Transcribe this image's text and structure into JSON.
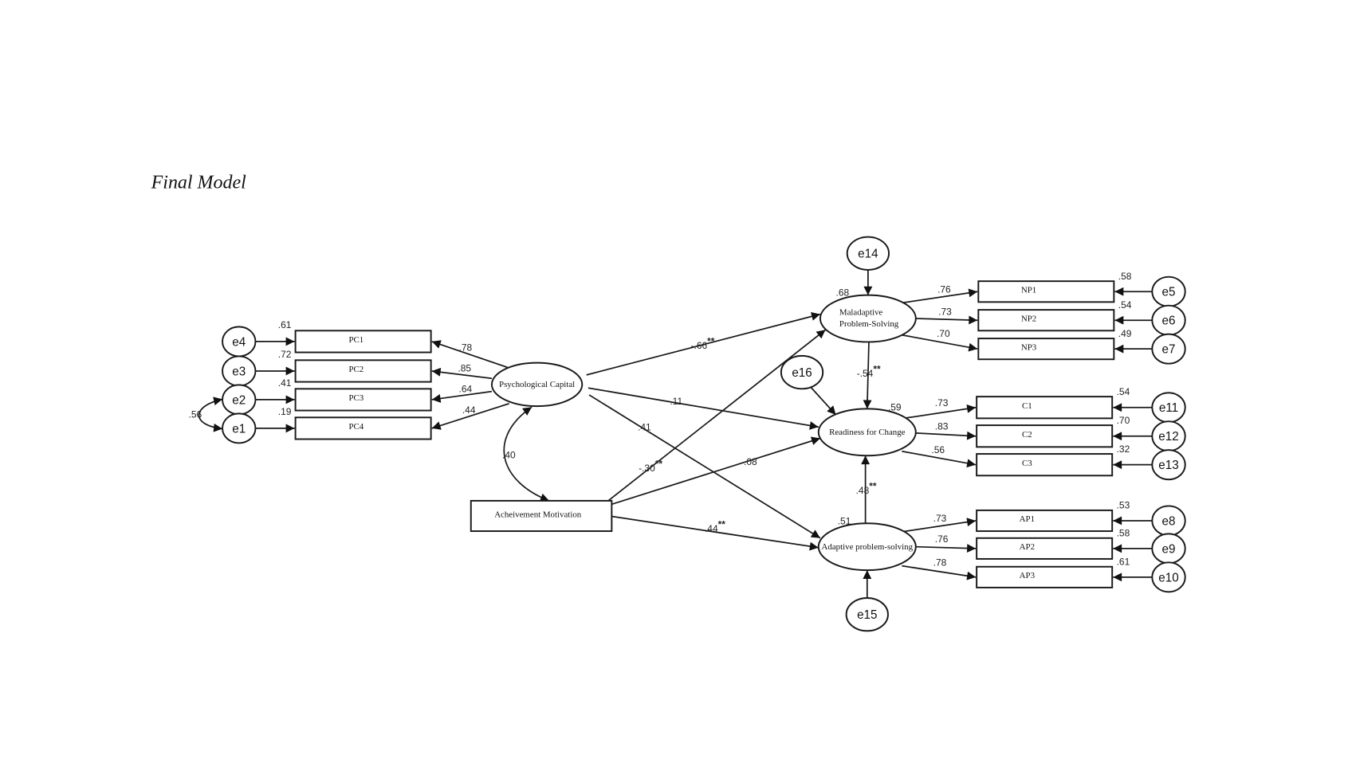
{
  "title": "Final Model",
  "diagram": {
    "type": "structural-equation-model",
    "latents": {
      "psychological_capital": {
        "label": "Psychological Capital"
      },
      "maladaptive": {
        "label_lines": [
          "Maladaptive",
          "Problem-Solving"
        ],
        "r2": ".68"
      },
      "readiness": {
        "label": "Readiness for Change",
        "r2": ".59"
      },
      "adaptive": {
        "label": "Adaptive problem-solving",
        "r2": ".51"
      }
    },
    "observed_exogenous": {
      "achievement_motivation": {
        "label": "Acheivement Motivation"
      }
    },
    "indicators": [
      {
        "id": "PC1",
        "label": "PC1",
        "latent": "Psychological Capital",
        "loading": ".78",
        "r2": ".61",
        "error": "e4"
      },
      {
        "id": "PC2",
        "label": "PC2",
        "latent": "Psychological Capital",
        "loading": ".85",
        "r2": ".72",
        "error": "e3"
      },
      {
        "id": "PC3",
        "label": "PC3",
        "latent": "Psychological Capital",
        "loading": ".64",
        "r2": ".41",
        "error": "e2"
      },
      {
        "id": "PC4",
        "label": "PC4",
        "latent": "Psychological Capital",
        "loading": ".44",
        "r2": ".19",
        "error": "e1"
      },
      {
        "id": "NP1",
        "label": "NP1",
        "latent": "Maladaptive Problem-Solving",
        "loading": ".76",
        "r2": ".58",
        "error": "e5"
      },
      {
        "id": "NP2",
        "label": "NP2",
        "latent": "Maladaptive Problem-Solving",
        "loading": ".73",
        "r2": ".54",
        "error": "e6"
      },
      {
        "id": "NP3",
        "label": "NP3",
        "latent": "Maladaptive Problem-Solving",
        "loading": ".70",
        "r2": ".49",
        "error": "e7"
      },
      {
        "id": "C1",
        "label": "C1",
        "latent": "Readiness for Change",
        "loading": ".73",
        "r2": ".54",
        "error": "e11"
      },
      {
        "id": "C2",
        "label": "C2",
        "latent": "Readiness for Change",
        "loading": ".83",
        "r2": ".70",
        "error": "e12"
      },
      {
        "id": "C3",
        "label": "C3",
        "latent": "Readiness for Change",
        "loading": ".56",
        "r2": ".32",
        "error": "e13"
      },
      {
        "id": "AP1",
        "label": "AP1",
        "latent": "Adaptive problem-solving",
        "loading": ".73",
        "r2": ".53",
        "error": "e8"
      },
      {
        "id": "AP2",
        "label": "AP2",
        "latent": "Adaptive problem-solving",
        "loading": ".76",
        "r2": ".58",
        "error": "e9"
      },
      {
        "id": "AP3",
        "label": "AP3",
        "latent": "Adaptive problem-solving",
        "loading": ".78",
        "r2": ".61",
        "error": "e10"
      }
    ],
    "disturbances": [
      {
        "id": "e14",
        "label": "e14",
        "target": "Maladaptive Problem-Solving"
      },
      {
        "id": "e16",
        "label": "e16",
        "target": "Readiness for Change"
      },
      {
        "id": "e15",
        "label": "e15",
        "target": "Adaptive problem-solving"
      }
    ],
    "structural_paths": [
      {
        "from": "Psychological Capital",
        "to": "Maladaptive Problem-Solving",
        "coef": "-.66",
        "sig": "**"
      },
      {
        "from": "Psychological Capital",
        "to": "Readiness for Change",
        "coef": ".11",
        "sig": ""
      },
      {
        "from": "Psychological Capital",
        "to": "Adaptive problem-solving",
        "coef": ".41",
        "sig": ""
      },
      {
        "from": "Acheivement Motivation",
        "to": "Maladaptive Problem-Solving",
        "coef": "-.30",
        "sig": "**"
      },
      {
        "from": "Acheivement Motivation",
        "to": "Readiness for Change",
        "coef": ".08",
        "sig": ""
      },
      {
        "from": "Acheivement Motivation",
        "to": "Adaptive problem-solving",
        "coef": ".44",
        "sig": "**"
      },
      {
        "from": "Maladaptive Problem-Solving",
        "to": "Readiness for Change",
        "coef": "-.54",
        "sig": "**"
      },
      {
        "from": "Adaptive problem-solving",
        "to": "Readiness for Change",
        "coef": ".48",
        "sig": "**"
      }
    ],
    "covariances": [
      {
        "between": [
          "Psychological Capital",
          "Acheivement Motivation"
        ],
        "coef": ".40"
      },
      {
        "between": [
          "e2",
          "e1"
        ],
        "coef": ".56"
      }
    ]
  }
}
